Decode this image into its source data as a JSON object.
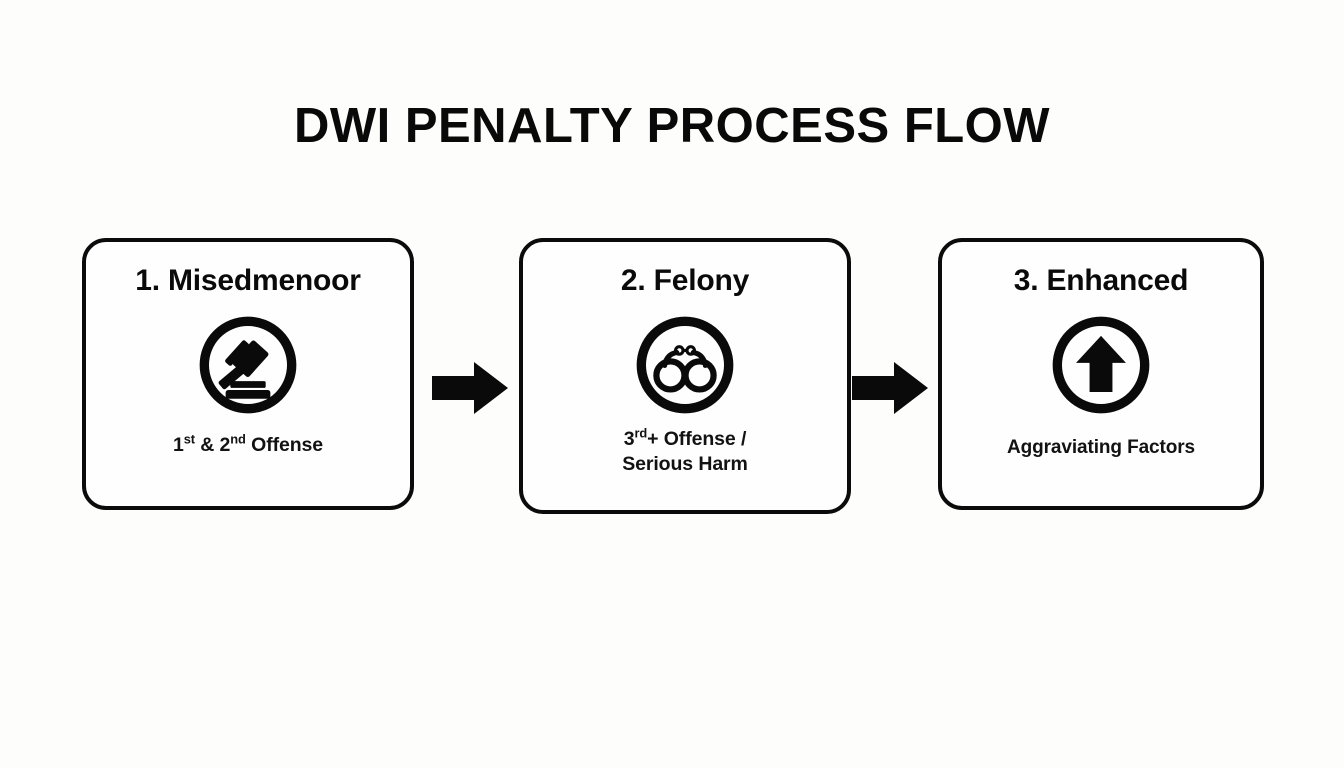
{
  "page": {
    "title": "DWI PENALTY PROCESS FLOW",
    "background_color": "#fdfdfc",
    "ink_color": "#0a0a0a"
  },
  "flow": {
    "steps": [
      {
        "id": "misdemeanor",
        "title": "1. Misedmenoor",
        "icon": "gavel-in-circle-icon",
        "subtitle_parts": {
          "a": "1",
          "a_sup": "st",
          "b": " & 2",
          "b_sup": "nd",
          "c": " Offense"
        },
        "subtitle_plain": "1st & 2nd Offense"
      },
      {
        "id": "felony",
        "title": "2. Felony",
        "icon": "handcuffs-in-circle-icon",
        "subtitle_parts": {
          "a": "3",
          "a_sup": "rd",
          "b": "+ Offense /",
          "c": "Serious Harm"
        },
        "subtitle_plain": "3rd+ Offense / Serious Harm"
      },
      {
        "id": "enhanced",
        "title": "3. Enhanced",
        "icon": "up-arrow-in-circle-icon",
        "subtitle_parts": {
          "a": "Aggraviating Factors"
        },
        "subtitle_plain": "Aggraviating Factors"
      }
    ],
    "connectors": [
      {
        "id": "connector-1",
        "icon": "right-arrow-icon"
      },
      {
        "id": "connector-2",
        "icon": "right-arrow-icon"
      }
    ]
  }
}
